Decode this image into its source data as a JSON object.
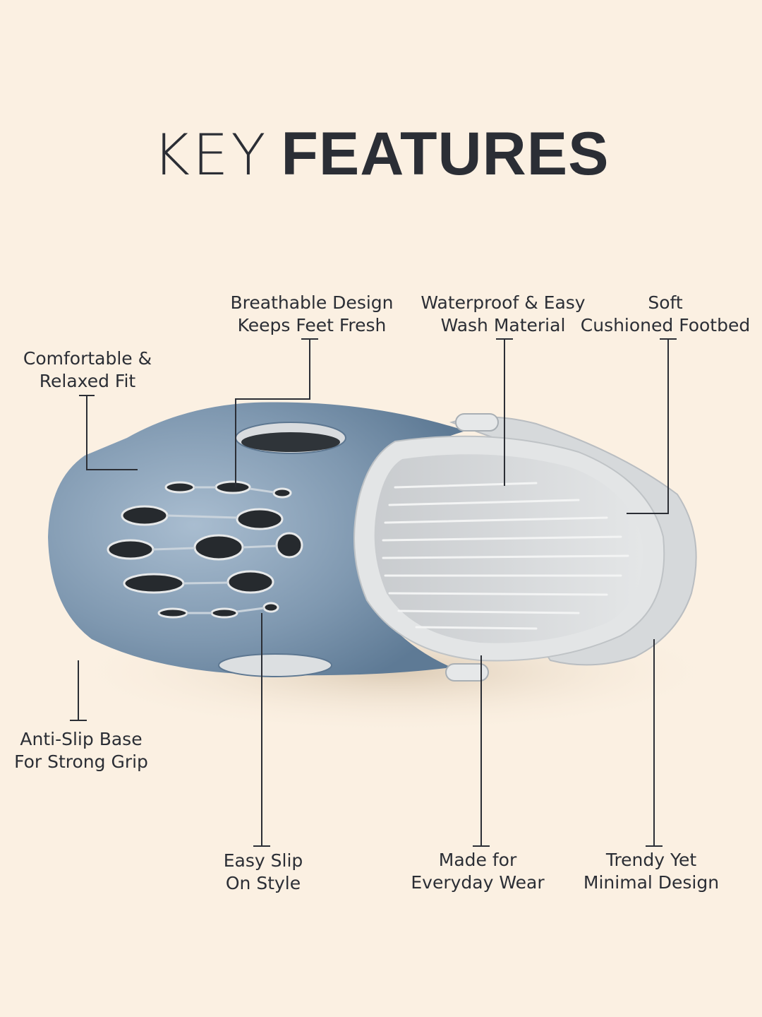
{
  "title": {
    "light": "KEY",
    "bold": "FEATURES"
  },
  "features": {
    "comfortable": [
      "Comfortable &",
      "Relaxed Fit"
    ],
    "breathable": [
      "Breathable Design",
      "Keeps Feet Fresh"
    ],
    "waterproof": [
      "Waterproof & Easy",
      "Wash Material"
    ],
    "cushioned": [
      "Soft",
      "Cushioned Footbed"
    ],
    "anti_slip": [
      "Anti-Slip Base",
      "For Strong Grip"
    ],
    "slip_on": [
      "Easy Slip",
      "On Style"
    ],
    "everyday": [
      "Made for",
      "Everyday Wear"
    ],
    "trendy": [
      "Trendy Yet",
      "Minimal Design"
    ]
  },
  "colors": {
    "background": "#fbf0e2",
    "text": "#2b2e35",
    "clog_body": "#7d96ae",
    "clog_light": "#dfe1e2"
  }
}
